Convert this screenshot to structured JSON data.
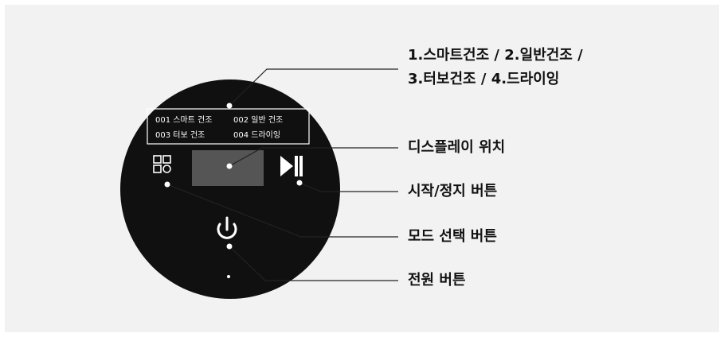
{
  "device": {
    "mode_box": {
      "items": [
        {
          "code": "001",
          "name": "스마트 건조"
        },
        {
          "code": "002",
          "name": "일반 건조"
        },
        {
          "code": "003",
          "name": "터보 건조"
        },
        {
          "code": "004",
          "name": "드라이잉"
        }
      ]
    },
    "display_color": "#555555",
    "bezel_color": "#101010",
    "icons": [
      "mode-grid-icon",
      "play-pause-icon",
      "power-icon"
    ]
  },
  "callouts": {
    "modes_line1": "1.스마트건조 / 2.일반건조 /",
    "modes_line2": "3.터보건조 / 4.드라이잉",
    "display": "디스플레이 위치",
    "start_stop": "시작/정지 버튼",
    "mode_select": "모드 선택 버튼",
    "power": "전원 버튼"
  },
  "colors": {
    "background": "#f1f2f1",
    "leader_line": "#222222",
    "text": "#111111"
  }
}
